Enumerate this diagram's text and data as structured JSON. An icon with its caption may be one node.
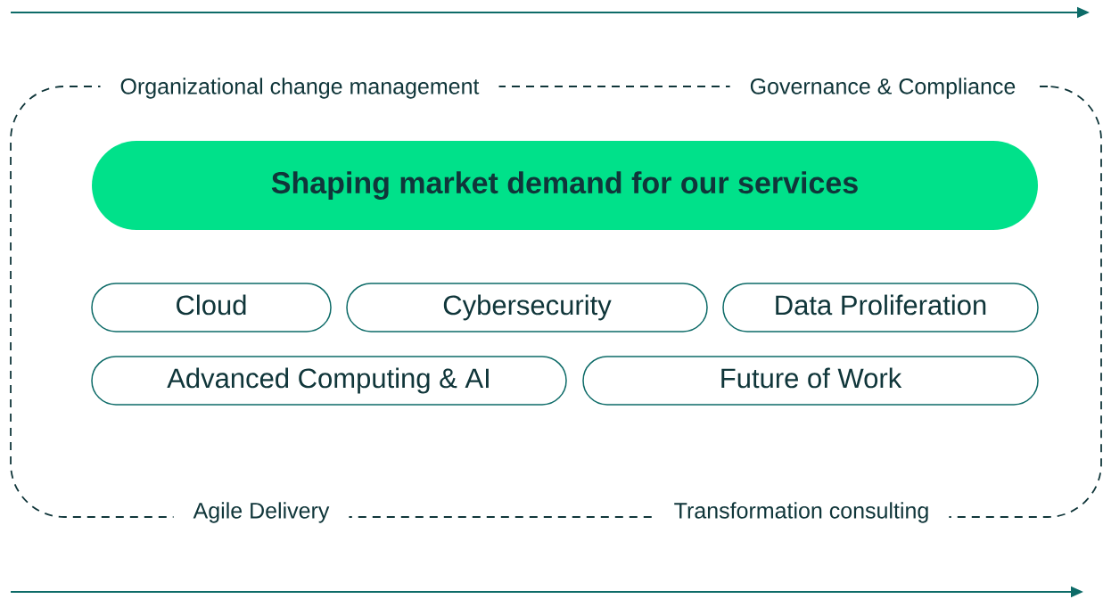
{
  "diagram": {
    "nodes": [
      {
        "text": [
          "Organizational change management",
          "Governance & Compliance",
          "Agile Delivery",
          "Transformation consulting"
        ]
      },
      {
        "text": [
          "Shaping market demand for our services"
        ],
        "in": 0
      },
      {
        "text": [
          "Cloud"
        ],
        "in": 0
      },
      {
        "text": [
          "Cybersecurity"
        ],
        "in": 0
      },
      {
        "text": [
          "Data Proliferation"
        ],
        "in": 0
      },
      {
        "text": [
          "Advanced Computing & AI"
        ],
        "in": 0
      },
      {
        "text": [
          "Future of Work"
        ],
        "in": 0
      }
    ]
  }
}
